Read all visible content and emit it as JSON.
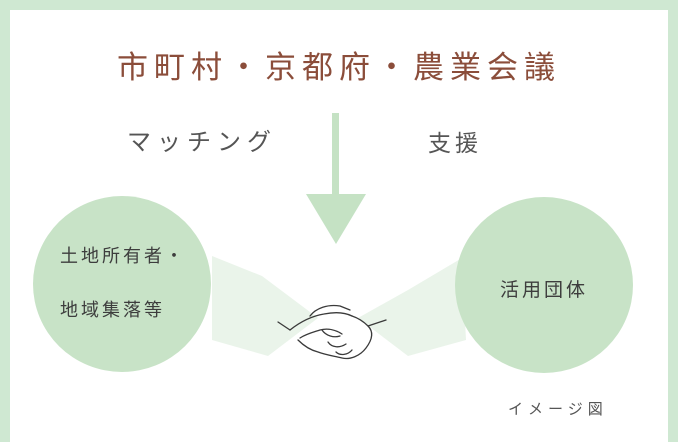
{
  "diagram": {
    "title": "市町村・京都府・農業会議",
    "left_label": "マッチング",
    "right_label": "支援",
    "left_node": {
      "line1": "土地所有者・",
      "line2": "地域集落等"
    },
    "right_node": {
      "text": "活用団体"
    },
    "caption": "イメージ図",
    "colors": {
      "border": "#cfe8d2",
      "title": "#8b4d3a",
      "circle": "#c8e3c7",
      "arrow": "#c5e2c4",
      "sleeve": "#eaf4ea"
    },
    "icons": [
      "down-arrow-icon",
      "handshake-icon"
    ]
  }
}
